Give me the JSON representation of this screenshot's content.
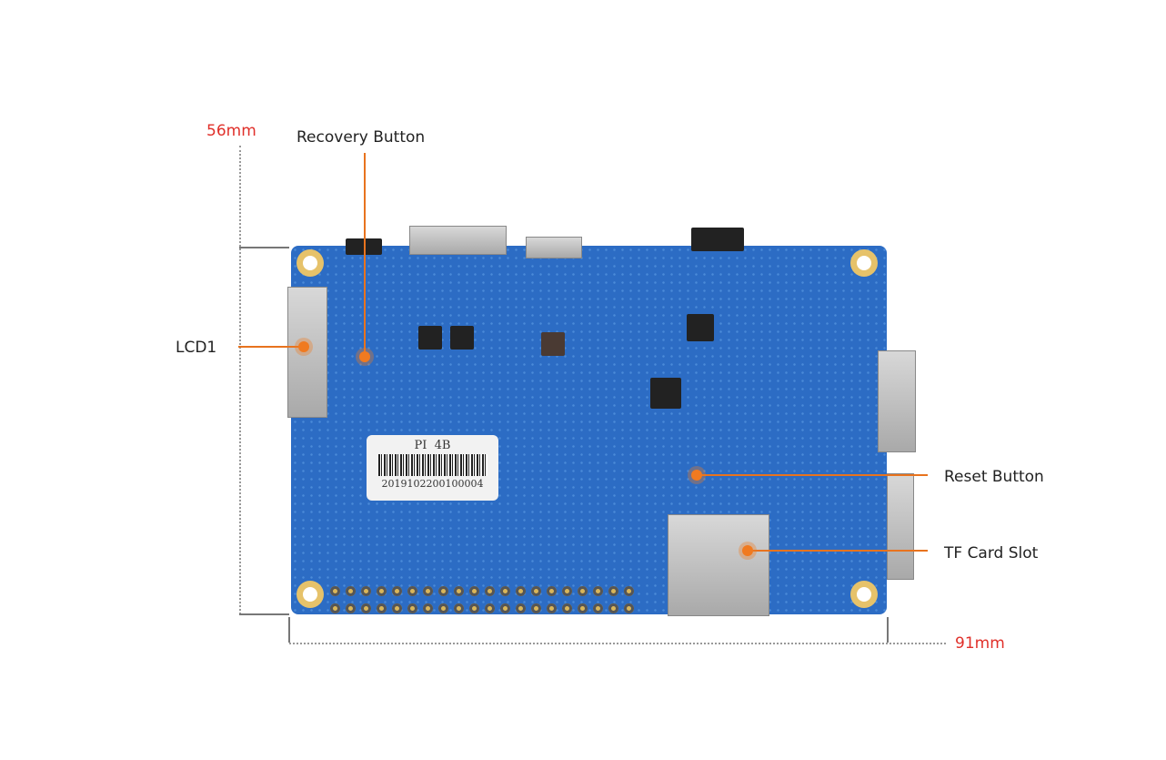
{
  "dimensions": {
    "height": "56mm",
    "width": "91mm"
  },
  "callouts": {
    "recovery": "Recovery Button",
    "lcd": "LCD1",
    "reset": "Reset Button",
    "tf": "TF Card Slot"
  },
  "sticker": {
    "model": "PI  4B",
    "serial": "2019102200100004"
  },
  "colors": {
    "accent": "#e8731e",
    "dimension": "#e0302a",
    "board": "#2c6cc4"
  }
}
